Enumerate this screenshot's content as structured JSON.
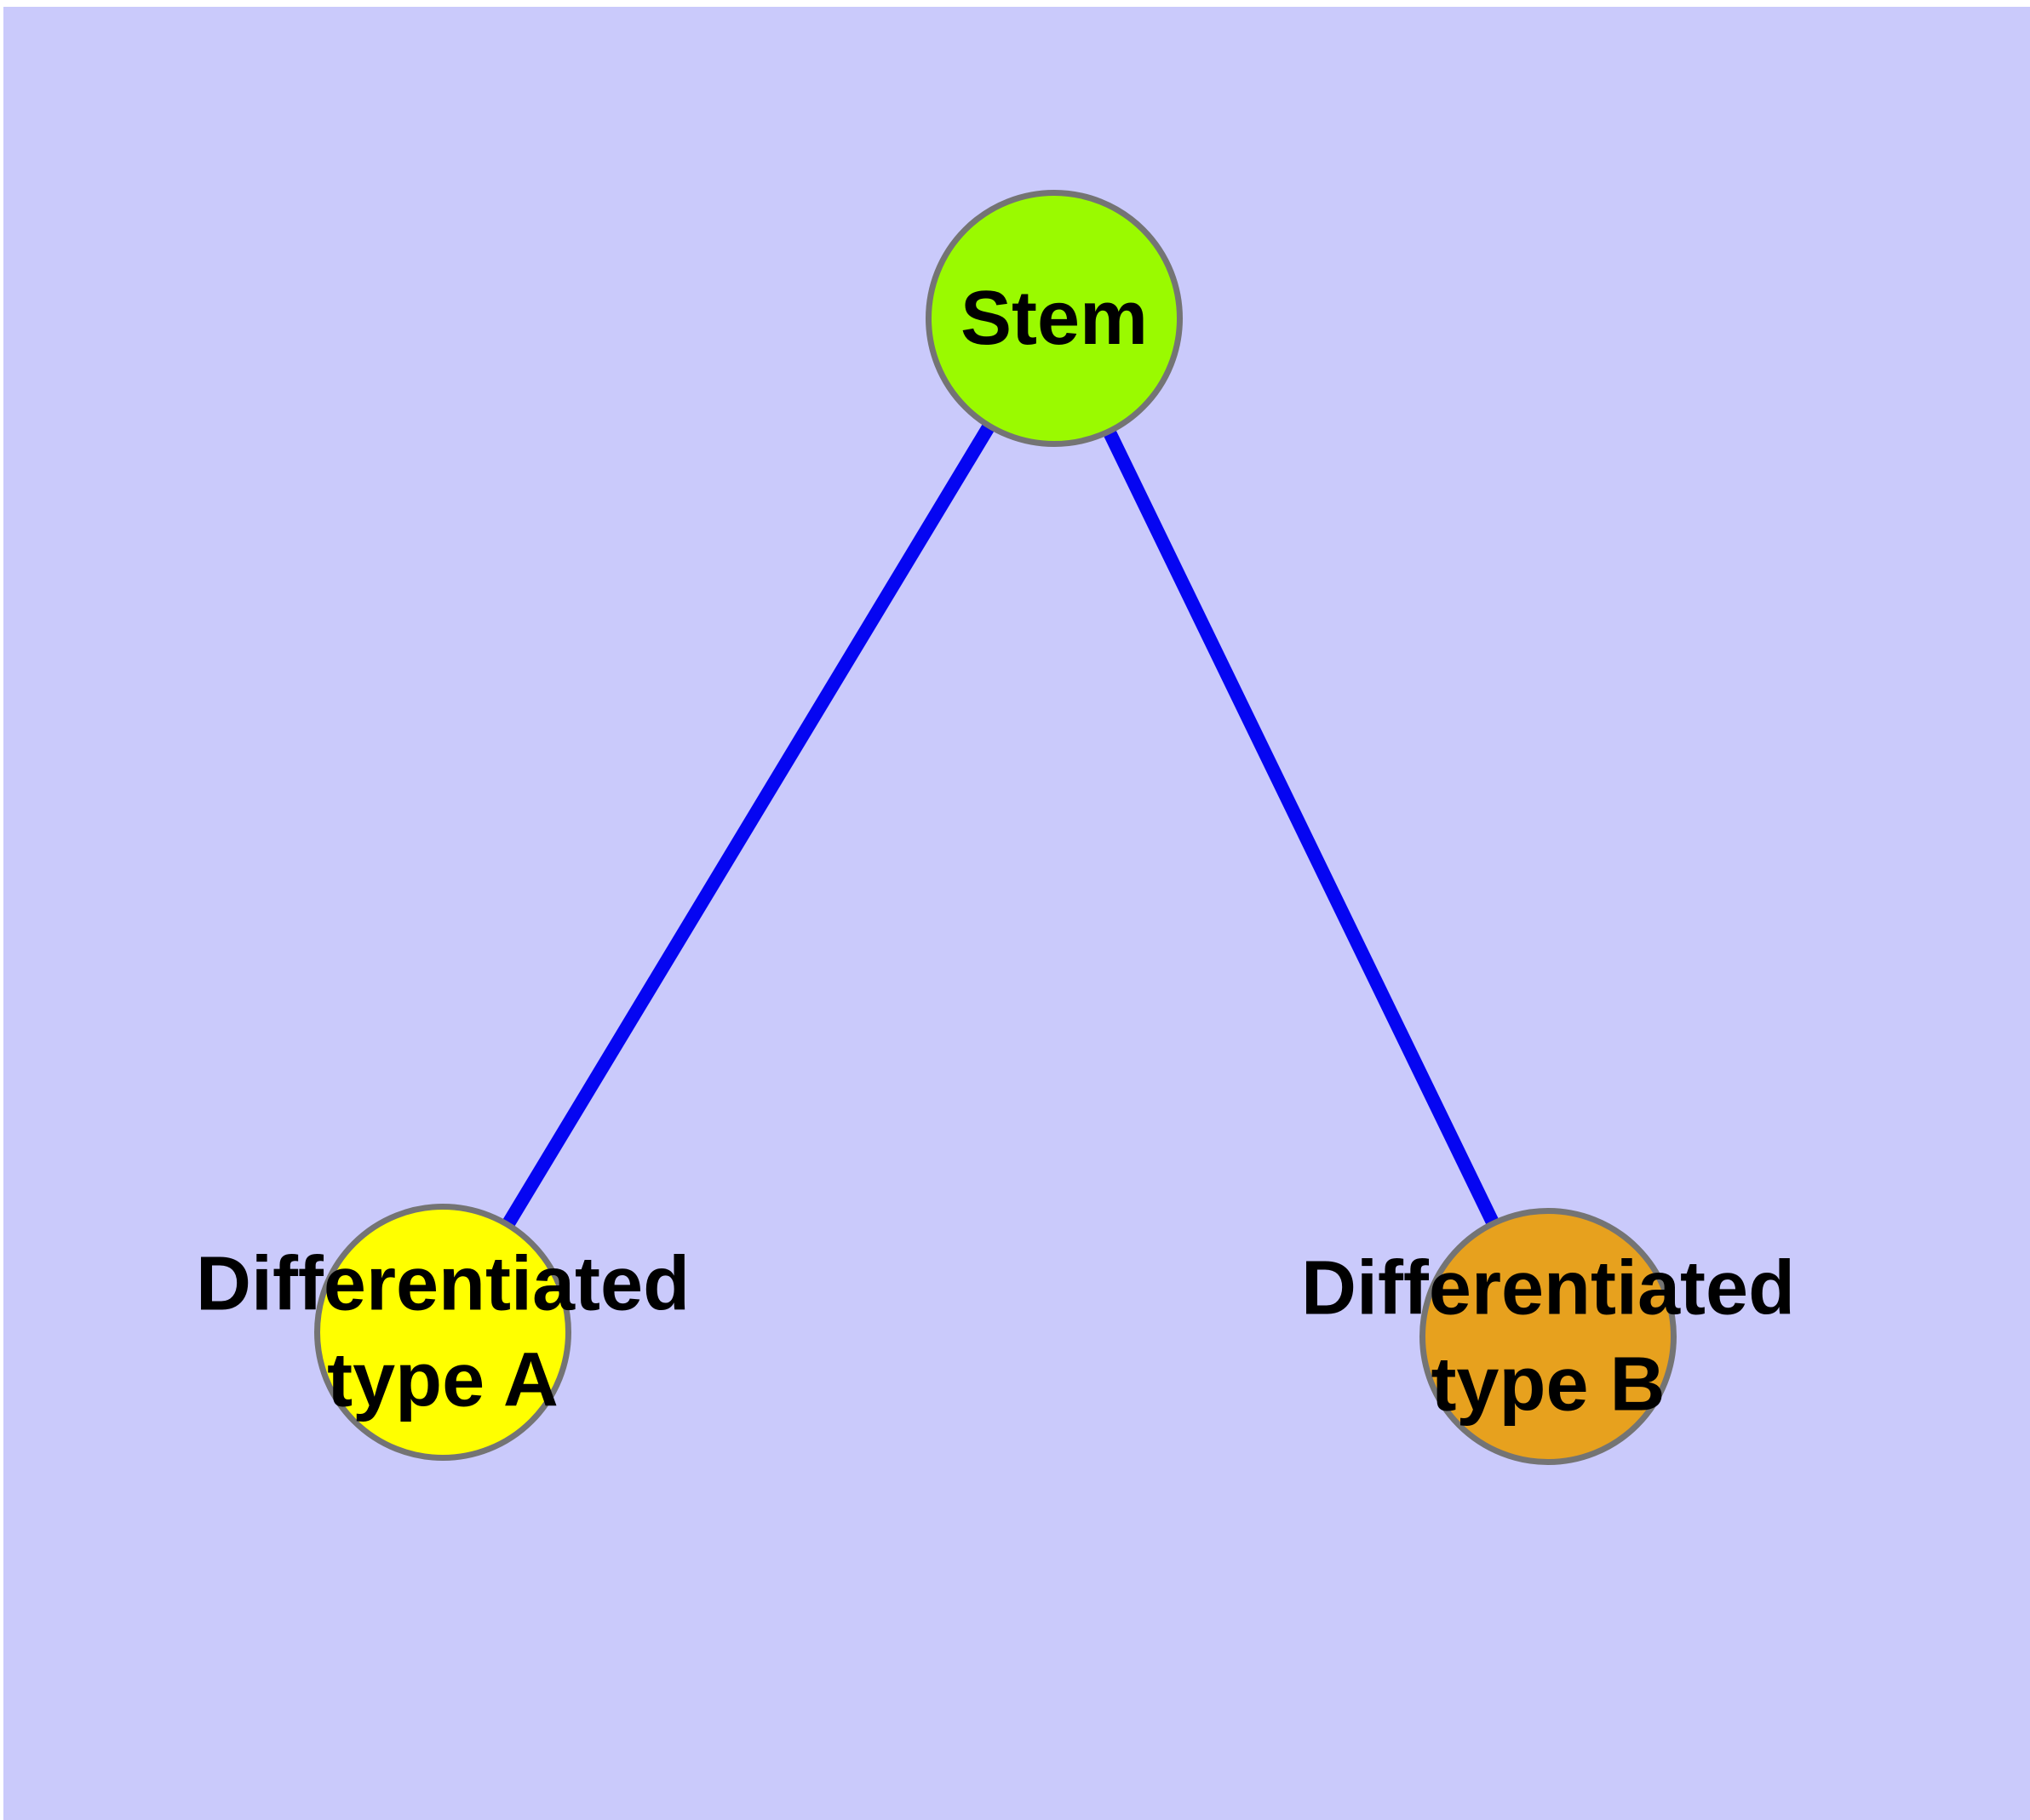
{
  "diagram": {
    "background_color": "#CACAFB",
    "page_color": "#FFFFFF",
    "node_border_color": "#747474",
    "edge_color": "#0505F2",
    "text_color": "#000000",
    "nodes": [
      {
        "id": "stem",
        "label": "Stem",
        "fill": "#9AFA00"
      },
      {
        "id": "differentiated-type-a",
        "label": "Differentiated\ntype A",
        "fill": "#FFFF00"
      },
      {
        "id": "differentiated-type-b",
        "label": "Differentiated\ntype B",
        "fill": "#E7A11E"
      }
    ],
    "edges": [
      {
        "from": "Stem",
        "to": "Differentiated type A"
      },
      {
        "from": "Stem",
        "to": "Differentiated type B"
      }
    ]
  }
}
